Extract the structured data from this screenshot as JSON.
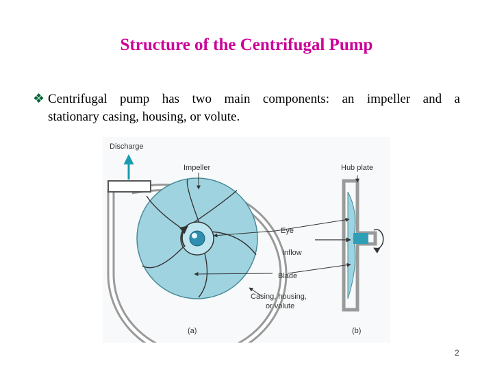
{
  "title": "Structure of the Centrifugal Pump",
  "bullet": {
    "icon": "diamond-bullet-icon",
    "line1": "Centrifugal pump has two main components: an impeller and a",
    "line2": "stationary casing, housing, or volute."
  },
  "figure": {
    "labels": {
      "discharge": "Discharge",
      "impeller": "Impeller",
      "hub_plate": "Hub plate",
      "eye": "Eye",
      "inflow": "Inflow",
      "blade": "Blade",
      "casing_line1": "Casing, housing,",
      "casing_line2": "or volute",
      "panel_a": "(a)",
      "panel_b": "(b)"
    },
    "colors": {
      "impeller_fill": "#9fd3e0",
      "casing": "#9a9a9a",
      "arrow": "#1a9bb0"
    }
  },
  "page_number": "2"
}
